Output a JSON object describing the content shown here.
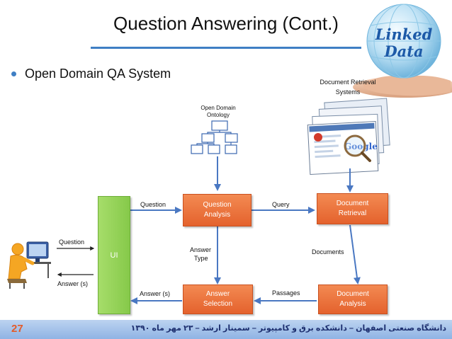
{
  "slide": {
    "title": "Question Answering (Cont.)",
    "bullet": "Open Domain QA System",
    "logo_line1": "Linked",
    "logo_line2": "Data",
    "page_number": "27",
    "footer_text": "دانشگاه صنعتی اصفهان – دانشکده برق و کامپیوتر – سمینار ارشد – ۲۳ مهر ماه ۱۳۹۰"
  },
  "diagram": {
    "ontology_label": [
      "Open Domain",
      "Ontology"
    ],
    "retrieval_label": [
      "Document Retrieval",
      "Systems"
    ],
    "nodes": {
      "ui": "UI",
      "question_analysis": [
        "Question",
        "Analysis"
      ],
      "document_retrieval": [
        "Document",
        "Retrieval"
      ],
      "answer_selection": [
        "Answer",
        "Selection"
      ],
      "document_analysis": [
        "Document",
        "Analysis"
      ]
    },
    "edges": {
      "question_to_qa": "Question",
      "query": "Query",
      "answer_type": [
        "Answer",
        "Type"
      ],
      "documents": "Documents",
      "passages": "Passages",
      "answer_to_ui": "Answer (s)",
      "user_question": "Question",
      "user_answer": "Answer (s)"
    },
    "browser_logo": "Google",
    "colors": {
      "node_fill": "#e8703a",
      "ui_fill": "#96d35a",
      "arrow": "#4a78c2",
      "title_rule": "#3f7fc4",
      "page_number": "#e35b2a"
    }
  }
}
